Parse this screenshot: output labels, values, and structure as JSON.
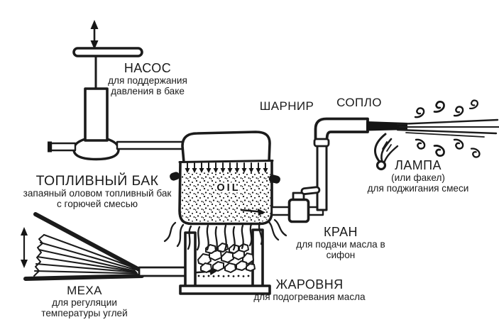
{
  "diagram": {
    "background": "#ffffff",
    "ink": "#1b1b1b",
    "labels": {
      "pump": {
        "title": "НАСОС",
        "subtitle": "для поддержания давления в баке"
      },
      "fuel_tank": {
        "title": "ТОПЛИВНЫЙ БАК",
        "subtitle": "запаяный оловом топливный бак с горючей смесью"
      },
      "hinge": {
        "title": "ШАРНИР"
      },
      "nozzle": {
        "title": "СОПЛО"
      },
      "lamp": {
        "title": "ЛАМПА",
        "subtitle1": "(или факел)",
        "subtitle2": "для поджигания смеси"
      },
      "valve": {
        "title": "КРАН",
        "subtitle": "для подачи масла в сифон"
      },
      "bellows": {
        "title": "МЕХА",
        "subtitle": "для регуляции температуры углей"
      },
      "brazier": {
        "title": "ЖАРОВНЯ",
        "subtitle": "для подогревания масла"
      },
      "oil": {
        "text": "OIL"
      }
    }
  }
}
